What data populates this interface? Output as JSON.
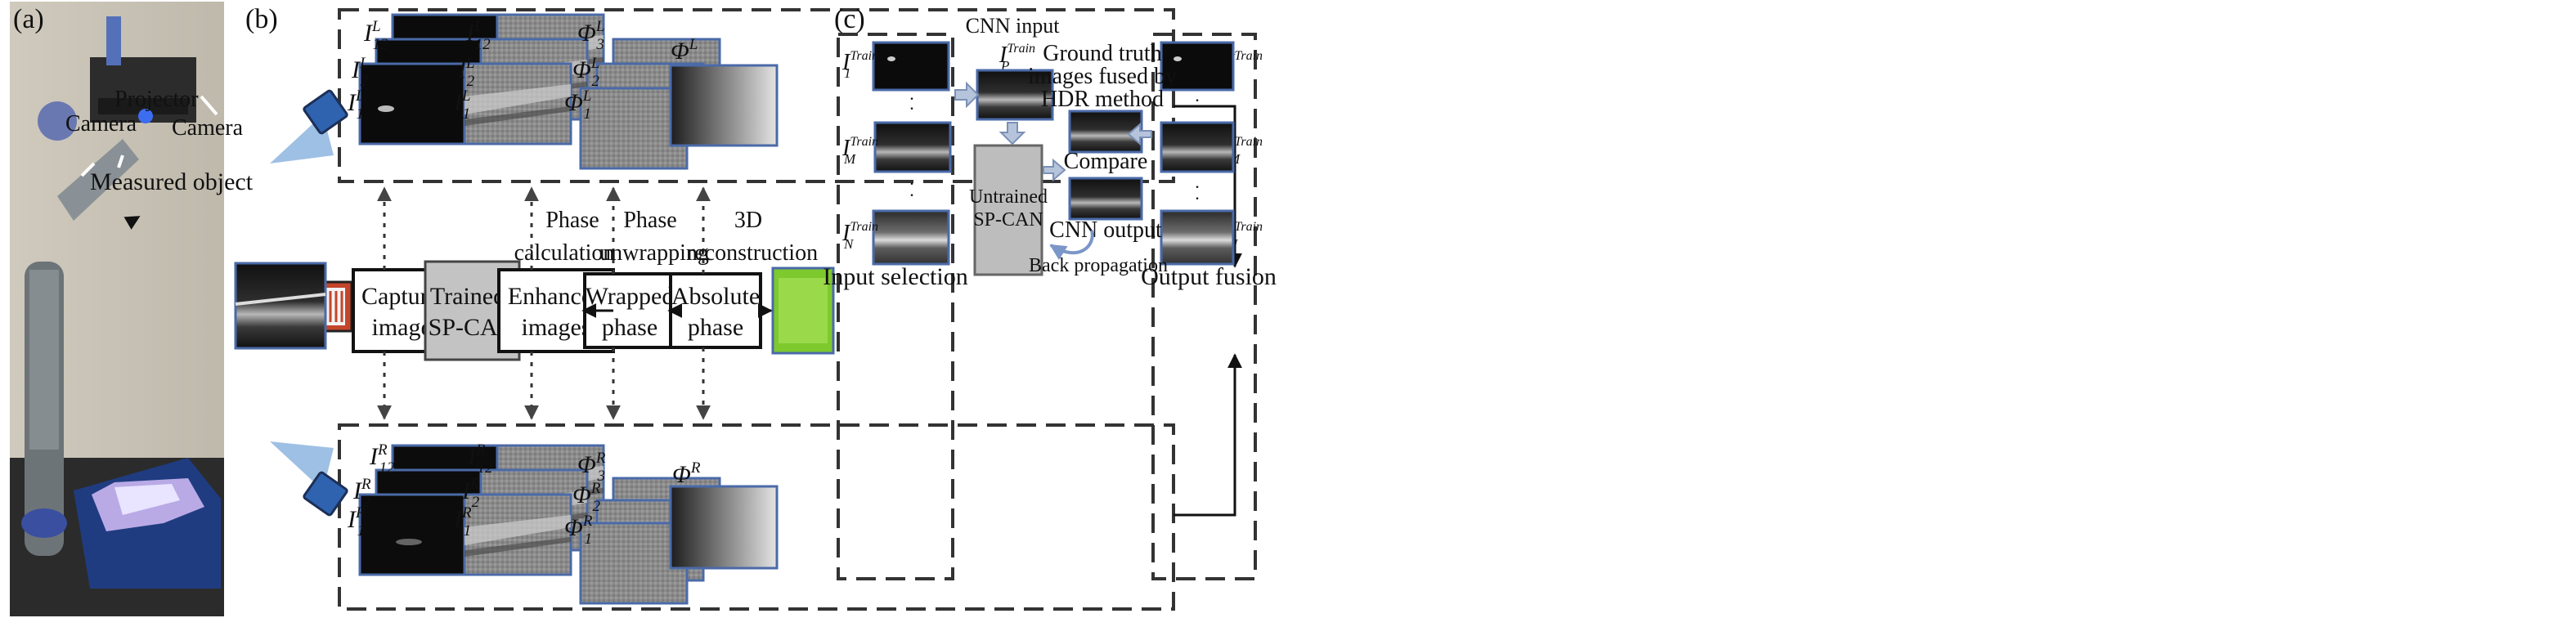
{
  "panels": {
    "a": "(a)",
    "b": "(b)",
    "c": "(c)"
  },
  "photo": {
    "camera_left": "Camera",
    "projector": "Projector",
    "camera_right": "Camera",
    "measured_object": "Measured object"
  },
  "pipeline": {
    "captured": [
      "Captured",
      "images"
    ],
    "trained": [
      "Trained-",
      "SP-CAN"
    ],
    "enhanced": [
      "Enhanced",
      "images"
    ],
    "wrapped": [
      "Wrapped",
      "phase"
    ],
    "absolute": [
      "Absolute",
      "phase"
    ],
    "phase_calc": [
      "Phase",
      "calculation"
    ],
    "phase_unwrap": [
      "Phase",
      "unwrapping"
    ],
    "recon": [
      "3D",
      "reconstruction"
    ]
  },
  "symbols": {
    "I": "I",
    "Phi": "Φ",
    "sub1": "1",
    "sub2": "2",
    "sub3": "3",
    "sub12": "12",
    "L": "L",
    "R": "R",
    "train": "Train",
    "subP": "P",
    "subM": "M",
    "subN": "N"
  },
  "panel_c": {
    "cnn_input": "CNN input",
    "gt": [
      "Ground truth",
      "images fused by",
      "HDR method"
    ],
    "compare": "Compare",
    "untrained": [
      "Untrained",
      "SP-CAN"
    ],
    "cnn_output": "CNN output",
    "backprop": "Back propagation",
    "input_selection": "Input selection",
    "output_fusion": "Output fusion"
  },
  "colors": {
    "frame_border": "#4a6aa8",
    "arrow_fill": "#b7c6dc",
    "spcan_fill": "#bdbdbd",
    "recon_fill": "#7dc92e",
    "cone_blue": "#8fb4dc",
    "cone_pink": "#f1c8bd"
  }
}
